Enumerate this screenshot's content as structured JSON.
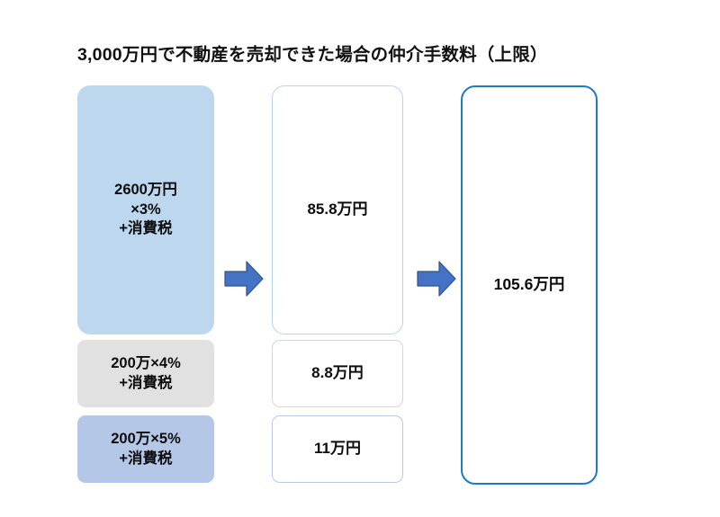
{
  "chart_data": {
    "type": "diagram",
    "title": "3,000万円で不動産を売却できた場合の仲介手数料（上限）",
    "columns": [
      {
        "name": "calculation",
        "cells": [
          {
            "label": "2600万円\n×3%\n+消費税",
            "fill": "#bdd7ee"
          },
          {
            "label": "200万×4%\n+消費税",
            "fill": "#e1e1e1"
          },
          {
            "label": "200万×5%\n+消費税",
            "fill": "#b4c7e7"
          }
        ]
      },
      {
        "name": "subtotal",
        "cells": [
          {
            "label": "85.8万円",
            "fill": "#ffffff",
            "stroke": "#b9d4ee"
          },
          {
            "label": "8.8万円",
            "fill": "#ffffff",
            "stroke": "#d6d6d6"
          },
          {
            "label": "11万円",
            "fill": "#ffffff",
            "stroke": "#b9c9e7"
          }
        ]
      },
      {
        "name": "total",
        "cells": [
          {
            "label": "105.6万円",
            "fill": "#ffffff",
            "stroke": "#1f7ac4"
          }
        ]
      }
    ],
    "values": [
      85.8,
      8.8,
      11,
      105.6
    ],
    "value_unit": "万円",
    "arrows": 2,
    "arrow_color": "#4472c4"
  },
  "header": {
    "title": "3,000万円で不動産を売却できた場合の仲介手数料（上限）"
  },
  "column1": {
    "box1_line1": "2600万円",
    "box1_line2": "×3%",
    "box1_line3": "+消費税",
    "box2_line1": "200万×4%",
    "box2_line2": "+消費税",
    "box3_line1": "200万×5%",
    "box3_line2": "+消費税"
  },
  "column2": {
    "box1": "85.8万円",
    "box2": "8.8万円",
    "box3": "11万円"
  },
  "column3": {
    "total": "105.6万円"
  },
  "icons": {
    "arrow1": "right-arrow-icon",
    "arrow2": "right-arrow-icon"
  },
  "colors": {
    "accent_blue": "#1f7ac4",
    "arrow_blue": "#4472c4",
    "light_blue_fill": "#bdd7ee",
    "periwinkle_fill": "#b4c7e7",
    "gray_fill": "#e1e1e1"
  }
}
